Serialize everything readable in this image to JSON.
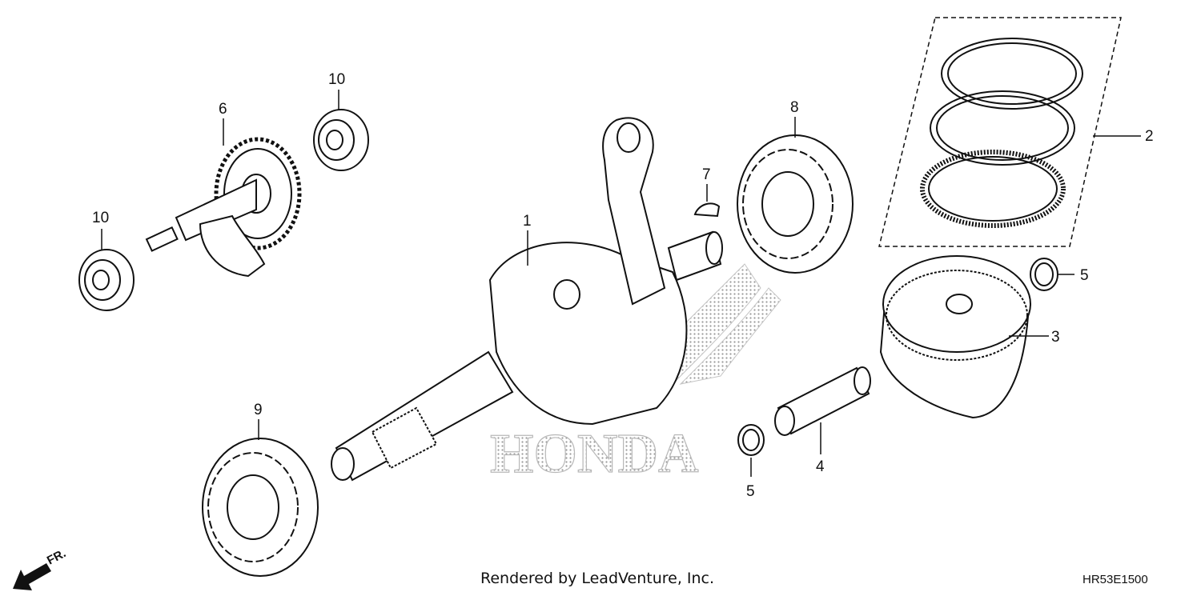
{
  "watermark": {
    "brand": "HONDA"
  },
  "parts": [
    {
      "number": "1"
    },
    {
      "number": "2"
    },
    {
      "number": "3"
    },
    {
      "number": "4"
    },
    {
      "number": "5"
    },
    {
      "number": "5"
    },
    {
      "number": "6"
    },
    {
      "number": "7"
    },
    {
      "number": "8"
    },
    {
      "number": "9"
    },
    {
      "number": "10"
    },
    {
      "number": "10"
    }
  ],
  "front_indicator": {
    "label": "FR."
  },
  "footer": {
    "credit": "Rendered by LeadVenture, Inc.",
    "diagram_code": "HR53E1500"
  }
}
